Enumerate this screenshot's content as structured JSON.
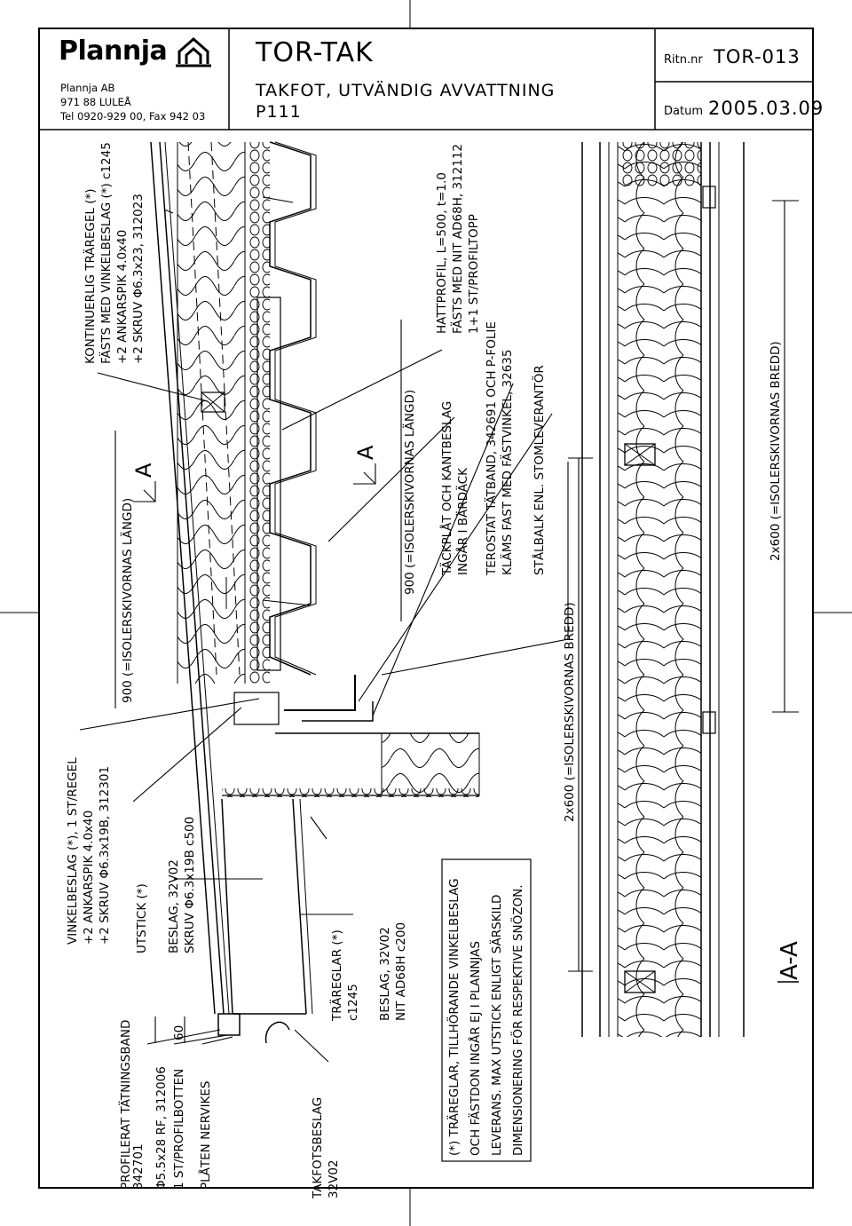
{
  "header": {
    "company_logo_text": "Plannja",
    "company_name": "Plannja AB",
    "company_address": "971 88 LULEÅ",
    "company_phone": "Tel 0920-929 00, Fax 942 03",
    "title": "TOR-TAK",
    "subtitle_1": "TAKFOT, UTVÄNDIG AVVATTNING",
    "subtitle_2": "P111",
    "drawing_no_label": "Ritn.nr",
    "drawing_no": "TOR-013",
    "date_label": "Datum",
    "date": "2005.03.09"
  },
  "labels": {
    "profilerat_1": "PROFILERAT TÄTNINGSBAND",
    "profilerat_2": "342701",
    "skruv55_1": "Φ5.5x28 RF, 312006",
    "skruv55_2": "1 ST/PROFILBOTTEN",
    "platen": "PLÅTEN NERVIKES",
    "vinkel_1": "VINKELBESLAG (*), 1 ST/REGEL",
    "vinkel_2": "+2 ANKARSPIK 4.0x40",
    "vinkel_3": "+2 SKRUV Φ6.3x19B, 312301",
    "utstick": "UTSTICK (*)",
    "beslag1": "BESLAG, 32V02",
    "beslag2": "SKRUV Φ6.3x19B c500",
    "dim60": "60",
    "dim900_a": "900 (=ISOLERSKIVORNAS LÄNGD)",
    "section_a": "A",
    "kontinuerlig_1": "KONTINUERLIG TRÄREGEL (*)",
    "kontinuerlig_2": "FÄSTS MED VINKELBESLAG (*) c1245",
    "kontinuerlig_3": "+2 ANKARSPIK 4.0x40",
    "kontinuerlig_4": "+2 SKRUV Φ6.3x23, 312023",
    "takfot_1": "TAKFOTSBESLAG",
    "takfot_2": "32V02",
    "trareglar_1": "TRÄREGLAR (*)",
    "trareglar_2": "c1245",
    "beslag3": "BESLAG, 32V02",
    "beslag4": "NIT AD68H c200",
    "dim900_b": "900 (=ISOLERSKIVORNAS LÄNGD)",
    "hattprofil_1": "HATTPROFIL, L=500, t=1.0",
    "hattprofil_2": "FÄSTS MED NIT AD68H, 312112",
    "hattprofil_3": "1+1 ST/PROFILTOPP",
    "tackplat_1": "TÄCKPLÅT OCH KANTBESLAG",
    "tackplat_2": "INGÅR I BÄRDÄCK",
    "terostat_1": "TEROSTAT TÄTBAND, 342691 OCH P-FOLIE",
    "terostat_2": "KLÄMS FAST MED FÄSTVINKEL, 32635",
    "stalbalk": "STÅLBALK ENL. STOMLEVERANTÖR",
    "note_1": "(*) TRÄREGLAR, TILLHÖRANDE VINKELBESLAG",
    "note_2": "OCH FÄSTDON INGÅR EJ I PLANNJAS",
    "note_3": "LEVERANS. MAX UTSTICK ENLIGT SÄRSKILD",
    "note_4": "DIMENSIONERING FÖR RESPEKTIVE SNÖZON.",
    "dim2x600_a": "2x600 (=ISOLERSKIVORNAS BREDD)",
    "dim2x600_b": "2x600 (=ISOLERSKIVORNAS BREDD)",
    "section_aa": "A-A"
  }
}
